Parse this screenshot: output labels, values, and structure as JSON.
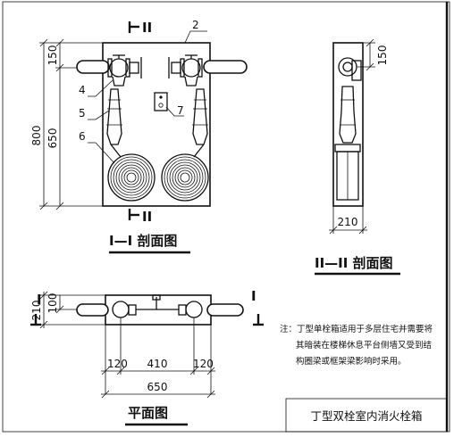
{
  "section_11": {
    "title": "I—I 剖面图",
    "cut_top": "II",
    "cut_bottom": "II",
    "dim_total": "800",
    "dim_inner": "650",
    "dim_top": "150",
    "callouts": [
      "2",
      "4",
      "5",
      "6",
      "7"
    ]
  },
  "section_22": {
    "title": "II—II 剖面图",
    "dim_top": "150",
    "dim_width": "210"
  },
  "plan": {
    "title": "平面图",
    "cut_left": "I",
    "cut_right": "I",
    "dim_depth": "210",
    "dim_depth_inner": "100",
    "dim_left": "120",
    "dim_mid": "410",
    "dim_right": "120",
    "dim_total": "650"
  },
  "note": {
    "line1": "注：丁型单栓箱适用于多层住宅并需要将",
    "line2": "其暗装在楼梯休息平台侧墙又受到结",
    "line3": "构圈梁或框架梁影响时采用。"
  },
  "title_block": "丁型双栓室内消火栓箱"
}
